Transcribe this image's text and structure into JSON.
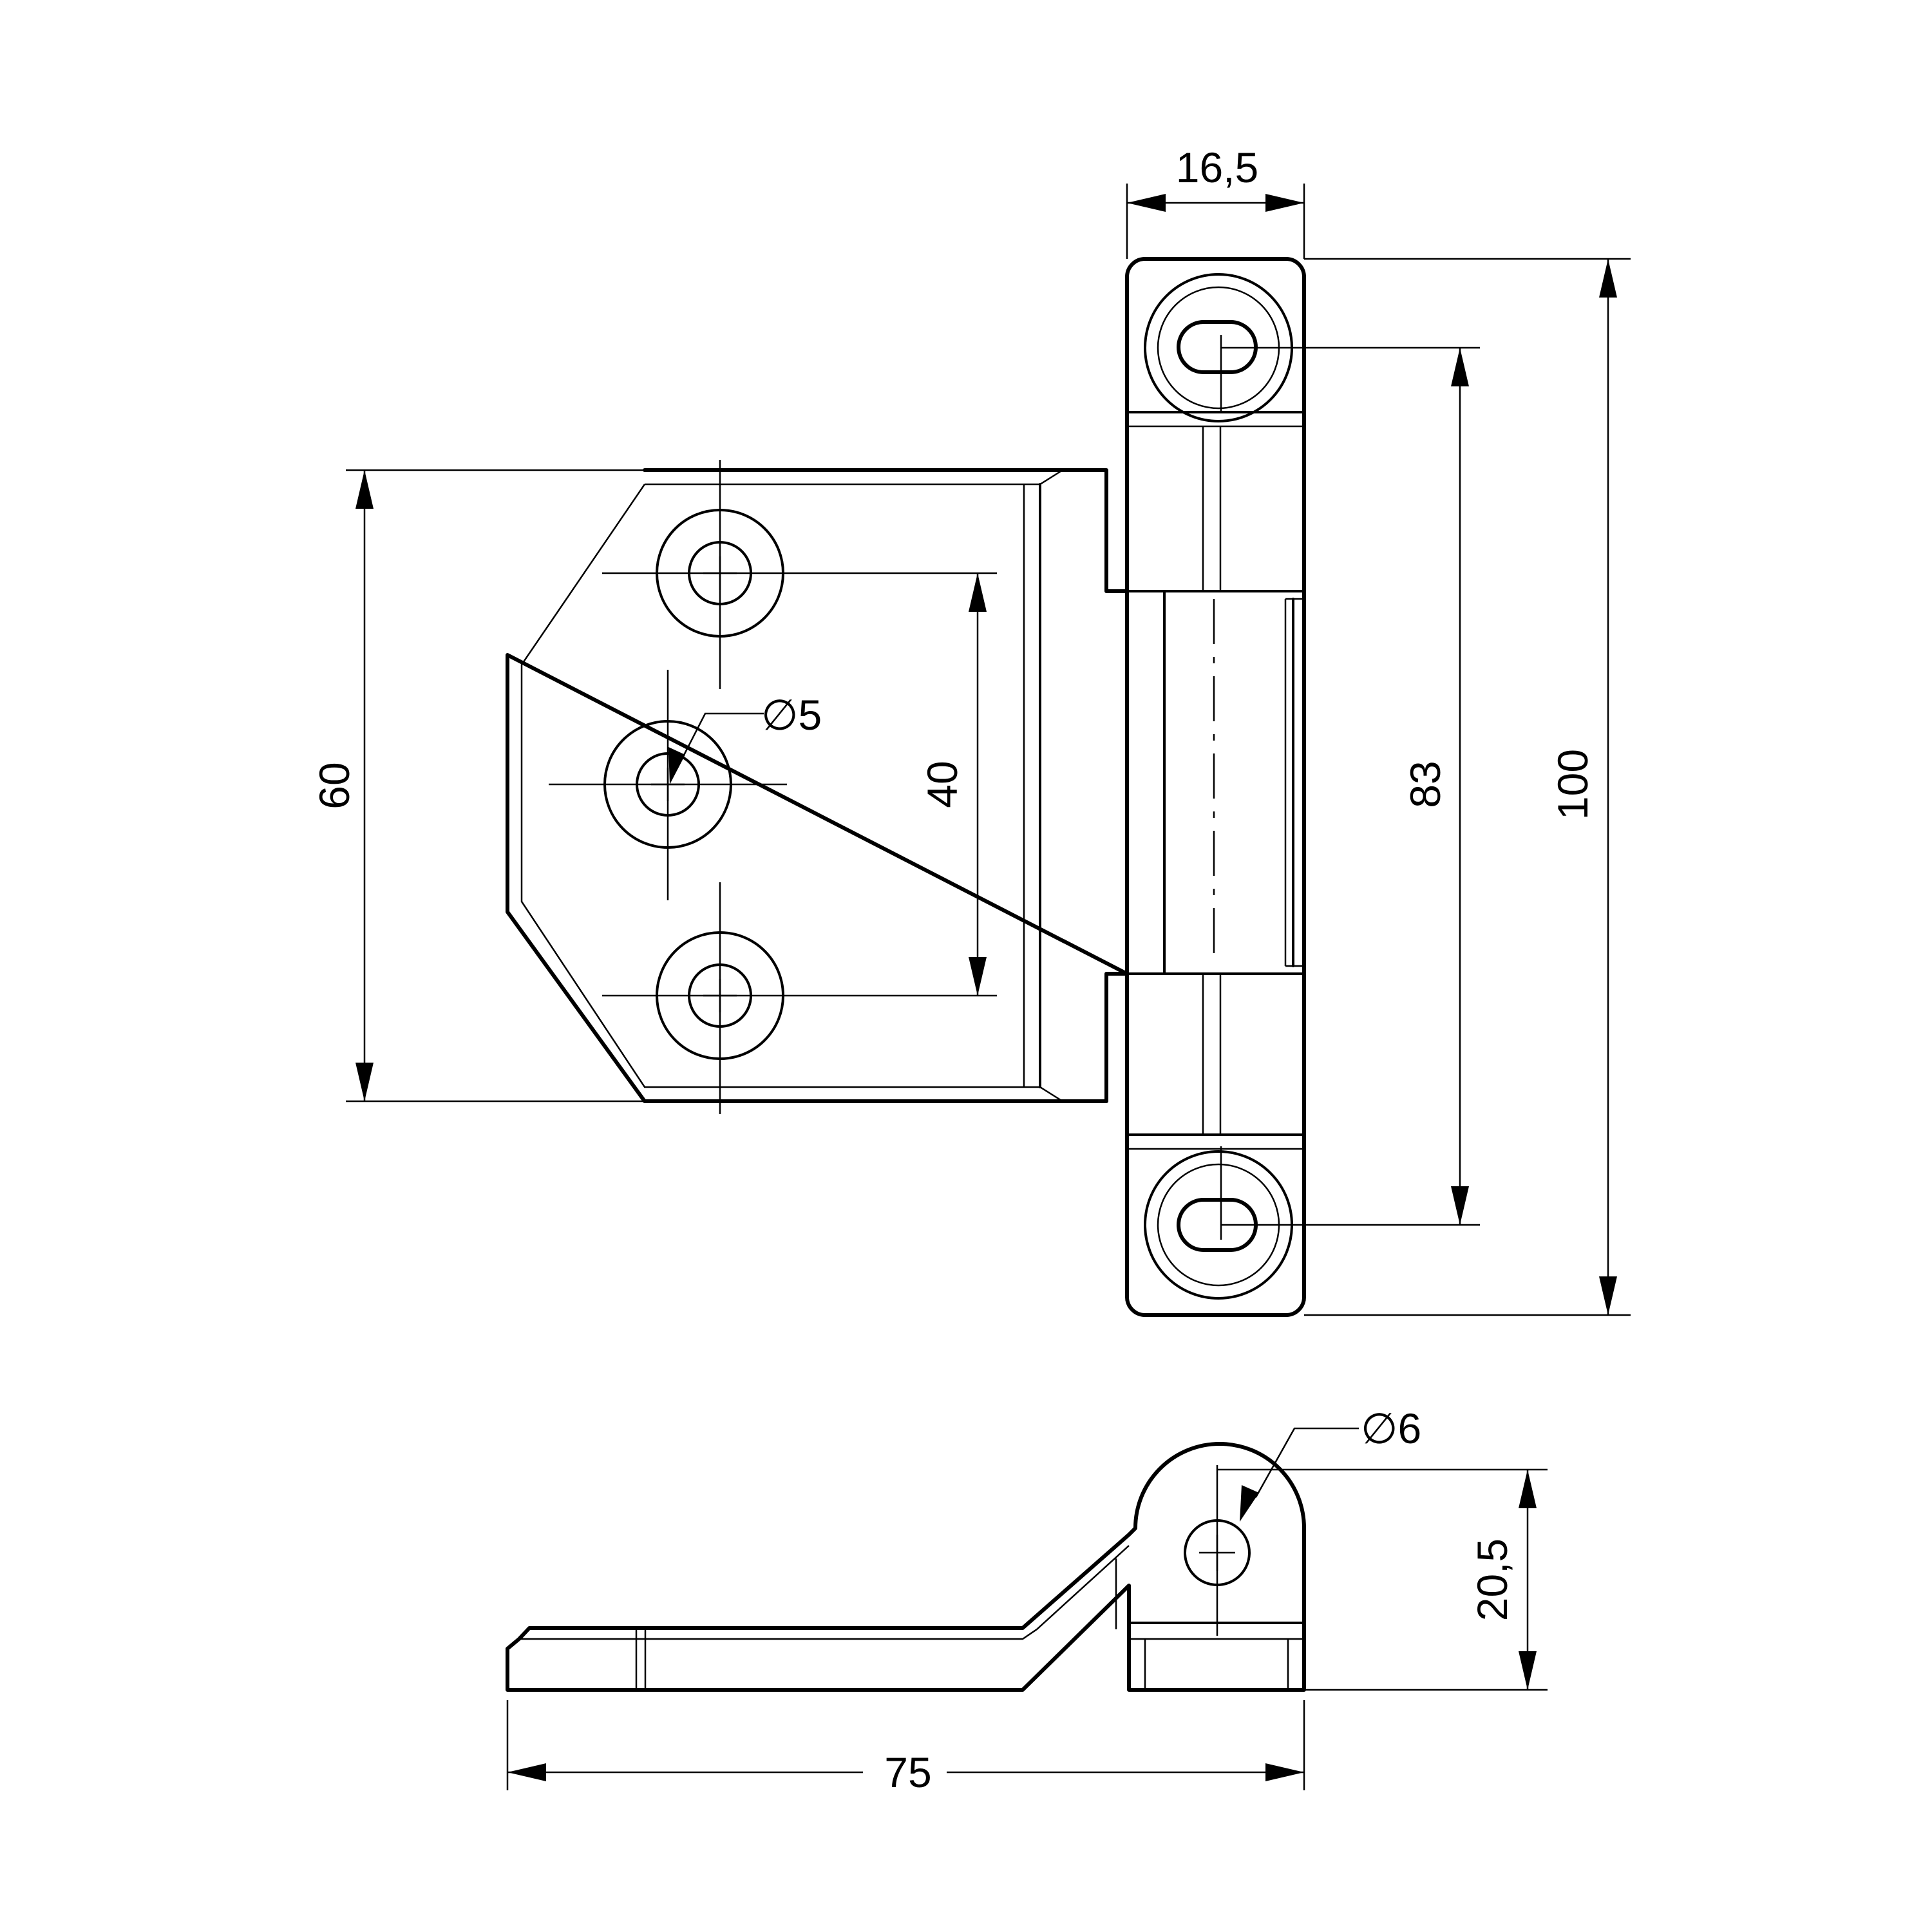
{
  "drawing": {
    "dimensions": {
      "width_top": "16,5",
      "hole_diameter_leaf": "∅5",
      "leaf_height": "60",
      "hole_spacing": "40",
      "slot_spacing": "83",
      "overall_height": "100",
      "pin_diameter": "∅6",
      "side_height": "20,5",
      "overall_length": "75"
    }
  }
}
